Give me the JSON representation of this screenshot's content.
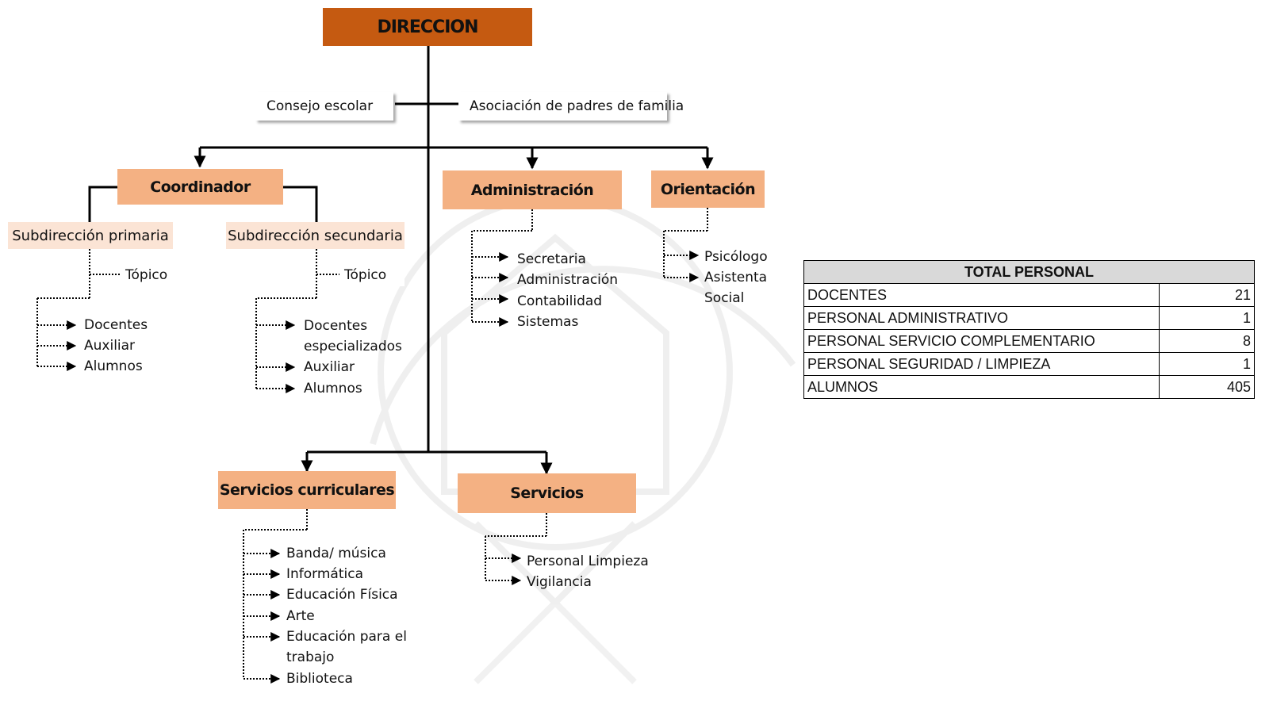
{
  "top": {
    "label": "DIRECCION"
  },
  "side_left": {
    "label": "Consejo escolar"
  },
  "side_right": {
    "label": "Asociación de padres de familia"
  },
  "coordinador": {
    "label": "Coordinador",
    "primaria": {
      "label": "Subdirección primaria",
      "topico": "Tópico",
      "items": [
        "Docentes",
        "Auxiliar",
        "Alumnos"
      ]
    },
    "secundaria": {
      "label": "Subdirección secundaria",
      "topico": "Tópico",
      "items": [
        "Docentes",
        "especializados",
        "Auxiliar",
        "Alumnos"
      ]
    }
  },
  "administracion": {
    "label": "Administración",
    "items": [
      "Secretaria",
      "Administración",
      "Contabilidad",
      "Sistemas"
    ]
  },
  "orientacion": {
    "label": "Orientación",
    "items": [
      "Psicólogo",
      "Asistenta",
      "Social"
    ]
  },
  "servicios_curriculares": {
    "label": "Servicios curriculares",
    "items": [
      "Banda/ música",
      "Informática",
      "Educación Física",
      "Arte",
      "Educación para el",
      "trabajo",
      "Biblioteca"
    ]
  },
  "servicios": {
    "label": "Servicios",
    "items": [
      "Personal Limpieza",
      "Vigilancia"
    ]
  },
  "table": {
    "header": "TOTAL PERSONAL",
    "rows": [
      {
        "name": "DOCENTES",
        "value": "21"
      },
      {
        "name": "PERSONAL ADMINISTRATIVO",
        "value": "1"
      },
      {
        "name": "PERSONAL SERVICIO COMPLEMENTARIO",
        "value": "8"
      },
      {
        "name": "PERSONAL SEGURIDAD / LIMPIEZA",
        "value": "1"
      },
      {
        "name": "ALUMNOS",
        "value": "405"
      }
    ]
  },
  "colors": {
    "top_box": "#c55a11",
    "main_box": "#f4b183",
    "sub_box": "#fbe4d5",
    "table_header": "#d9d9d9"
  }
}
